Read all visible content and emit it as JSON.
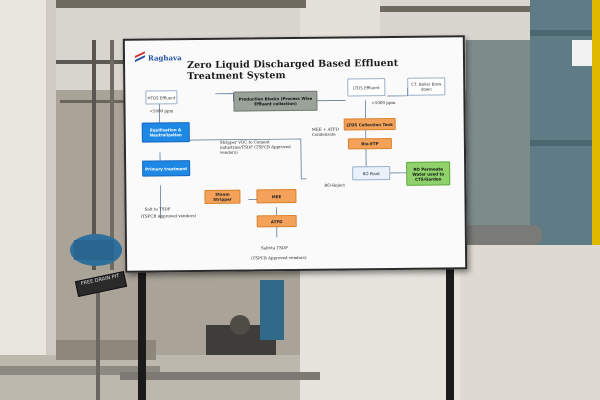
{
  "board": {
    "logo": "Raghava",
    "title": "Zero Liquid Discharged Based Effluent Treatment System",
    "boxes": {
      "htds": "HTDS Effluent",
      "production": "Production Blocks (Process Wise Effluent collection)",
      "ltds": "LTDS Effluent",
      "ct_boiler": "CT, Boiler Blow down",
      "equalisation": "Equilisation & Neutralization",
      "ltds_tank": "LTDS Collection Tank",
      "bio_etp": "Bio-ETP",
      "primary": "Primary treatment",
      "steam_stripper": "Steam Stripper",
      "mee": "MEE",
      "atfd": "ATFD",
      "ro_plant": "RO Plant",
      "ro_permeate": "RO Permeate Water used to CTS/Garden"
    },
    "labels": {
      "htds_ppm": "<5000 ppm",
      "ltds_ppm": "<5000 ppm",
      "stripper_voc": "Stripper VOC to Cement industries/TSDF (TSPCB Approved vendors)",
      "mee_condensate": "MEE + ATFD Condensate",
      "salt_tsdf": "Salt to TSDF",
      "salt_vendors": "(TSPCB Approved vendors)",
      "ro_reject": "RO-Reject",
      "saltvta": "Saltvta TSDF",
      "bottom_vendors": "(TSPCB Approved vendors)"
    }
  },
  "signs": {
    "drain": "FREE DRAIN PIT"
  }
}
